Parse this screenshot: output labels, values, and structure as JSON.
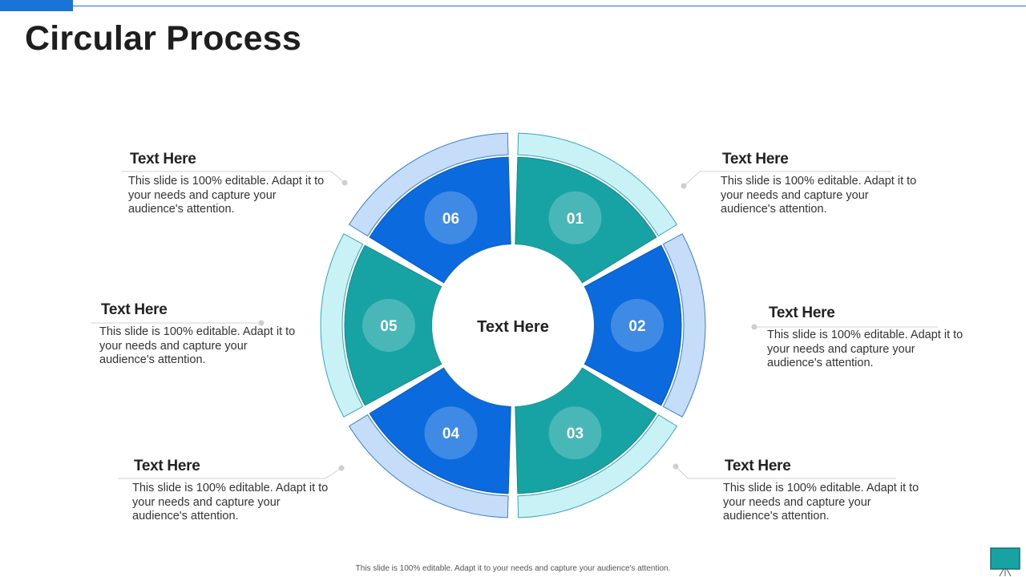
{
  "title": "Circular Process",
  "center_label": "Text Here",
  "segments": [
    {
      "number": "01",
      "heading": "Text Here",
      "body": "This slide is 100% editable. Adapt it to your needs and capture your audience's attention."
    },
    {
      "number": "02",
      "heading": "Text Here",
      "body": "This slide is 100% editable. Adapt it to your needs and capture your audience's attention."
    },
    {
      "number": "03",
      "heading": "Text Here",
      "body": "This slide is 100% editable. Adapt it to your needs and capture your audience's attention."
    },
    {
      "number": "04",
      "heading": "Text Here",
      "body": "This slide is 100% editable. Adapt it to your needs and capture your audience's attention."
    },
    {
      "number": "05",
      "heading": "Text Here",
      "body": "This slide is 100% editable. Adapt it to your needs and capture your audience's attention."
    },
    {
      "number": "06",
      "heading": "Text Here",
      "body": "This slide is 100% editable. Adapt it to your needs and capture your audience's attention."
    }
  ],
  "footer": "This slide is 100% editable. Adapt it to your needs and capture your audience's attention.",
  "colors": {
    "teal": "#17a2a4",
    "blue": "#0a6ade",
    "light_teal": "#c8f2f6",
    "light_blue": "#c5ddf9",
    "accent": "#1a73d9"
  },
  "icons": {
    "corner": "presentation-board-icon"
  }
}
